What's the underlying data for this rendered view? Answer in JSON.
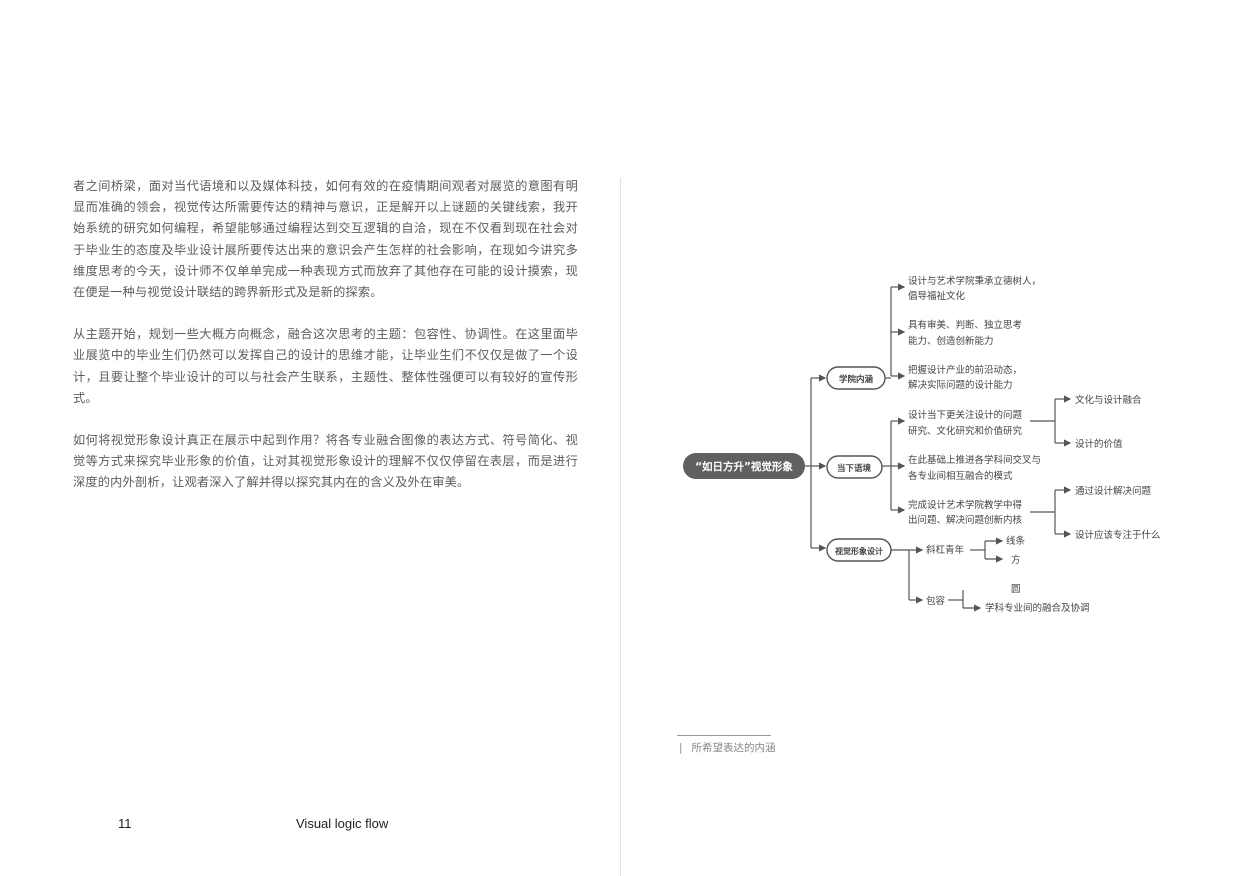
{
  "body": {
    "paragraphs": [
      "者之间桥梁，面对当代语境和以及媒体科技，如何有效的在疫情期间观者对展览的意图有明显而准确的领会，视觉传达所需要传达的精神与意识，正是解开以上谜题的关键线索，我开始系统的研究如何编程，希望能够通过编程达到交互逻辑的自洽，现在不仅看到现在社会对于毕业生的态度及毕业设计展所要传达出来的意识会产生怎样的社会影响，在现如今讲究多维度思考的今天，设计师不仅单单完成一种表现方式而放弃了其他存在可能的设计摸索，现在便是一种与视觉设计联结的跨界新形式及是新的探索。",
      "从主题开始，规划一些大概方向概念，融合这次思考的主题：包容性、协调性。在这里面毕业展览中的毕业生们仍然可以发挥自己的设计的思维才能，让毕业生们不仅仅是做了一个设计，且要让整个毕业设计的可以与社会产生联系，主题性、整体性强便可以有较好的宣传形式。",
      "如何将视觉形象设计真正在展示中起到作用？将各专业融合图像的表达方式、符号简化、视觉等方式来探究毕业形象的价值，让对其视觉形象设计的理解不仅仅停留在表层，而是进行深度的内外剖析，让观者深入了解并得以探究其内在的含义及外在审美。"
    ]
  },
  "footer": {
    "page_number": "11",
    "title": "Visual logic flow"
  },
  "caption": {
    "bar": "|",
    "text": "所希望表达的内涵"
  },
  "mindmap": {
    "root": "“如日方升”视觉形象",
    "branch1": {
      "label": "学院内涵",
      "items": [
        [
          "设计与艺术学院秉承立德树人，",
          "倡导福祉文化"
        ],
        [
          "具有审美、判断、独立思考",
          "能力、创造创新能力"
        ],
        [
          "把握设计产业的前沿动态，",
          "解决实际问题的设计能力"
        ]
      ]
    },
    "branch2": {
      "label": "当下语境",
      "items": [
        [
          "设计当下更关注设计的问题",
          "研究、文化研究和价值研究"
        ],
        [
          "在此基础上推进各学科间交叉与",
          "各专业间相互融合的模式"
        ],
        [
          "完成设计艺术学院教学中得",
          "出问题、解决问题创新内核"
        ]
      ],
      "sub1": [
        "文化与设计融合",
        "设计的价值"
      ],
      "sub3": [
        "通过设计解决问题",
        "设计应该专注于什么"
      ]
    },
    "branch3": {
      "label": "视觉形象设计",
      "items": [
        "斜杠青年",
        "包容"
      ],
      "sub1": [
        "线条",
        "方"
      ],
      "sub2": [
        "圆",
        "学科专业间的融合及协调"
      ]
    }
  }
}
